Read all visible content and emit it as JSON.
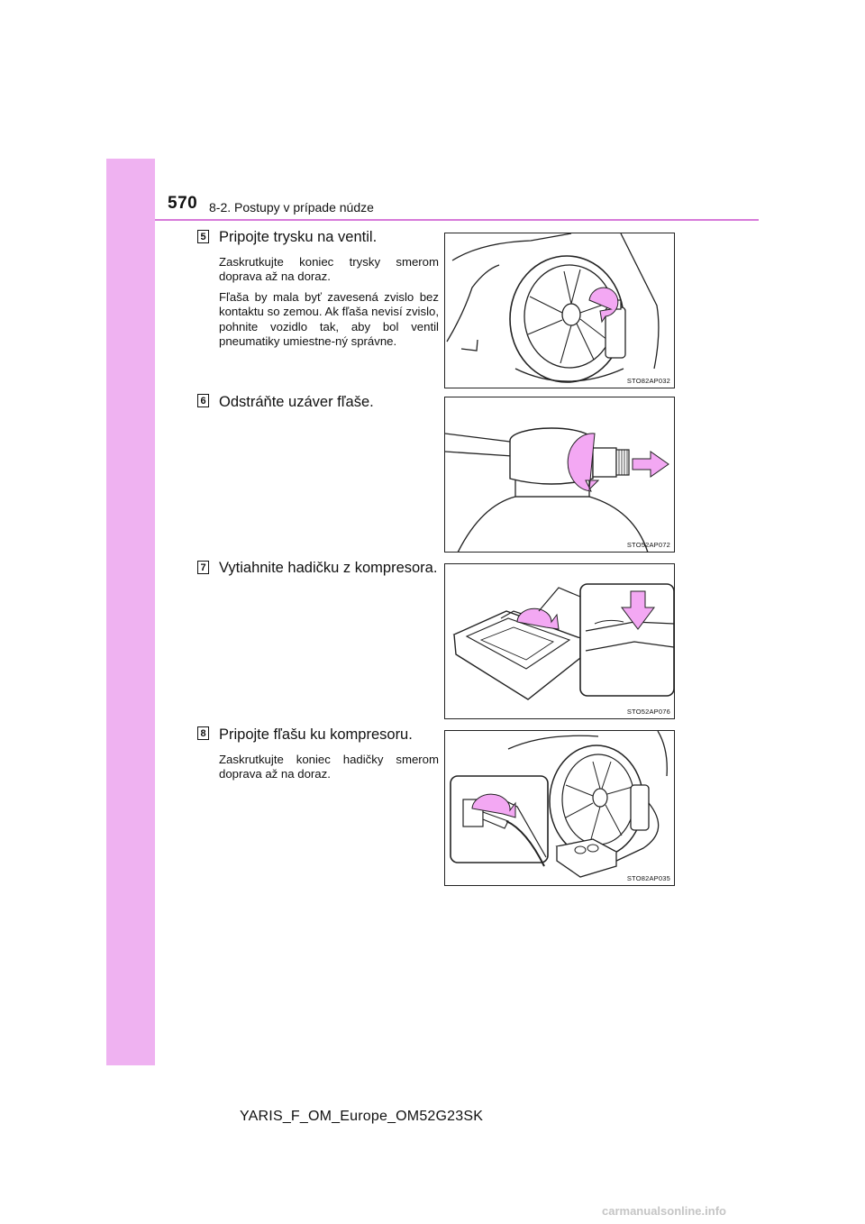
{
  "header": {
    "page_number": "570",
    "section": "8-2. Postupy v prípade núdze"
  },
  "steps": [
    {
      "badge": "5",
      "heading": "Pripojte trysku na ventil.",
      "body": [
        "Zaskrutkujte koniec trysky smerom doprava až na doraz.",
        "Fľaša by mala byť zavesená zvislo bez kontaktu so zemou. Ak fľaša nevisí zvislo, pohnite vozidlo tak, aby bol ventil pneumatiky umiestne-ný správne."
      ],
      "figure_code": "STO82AP032"
    },
    {
      "badge": "6",
      "heading": "Odstráňte uzáver fľaše.",
      "body": [],
      "figure_code": "STO52AP072"
    },
    {
      "badge": "7",
      "heading": "Vytiahnite hadičku z kompresora.",
      "body": [],
      "figure_code": "STO52AP076"
    },
    {
      "badge": "8",
      "heading": "Pripojte fľašu ku kompresoru.",
      "body": [
        "Zaskrutkujte koniec hadičky smerom doprava až na doraz."
      ],
      "figure_code": "STO82AP035"
    }
  ],
  "footer": {
    "doc_code": "YARIS_F_OM_Europe_OM52G23SK"
  },
  "watermark": "carmanualsonline.info",
  "colors": {
    "accent": "#efb2f1",
    "rule": "#d77ad9",
    "arrow": "#f3a8f3"
  }
}
